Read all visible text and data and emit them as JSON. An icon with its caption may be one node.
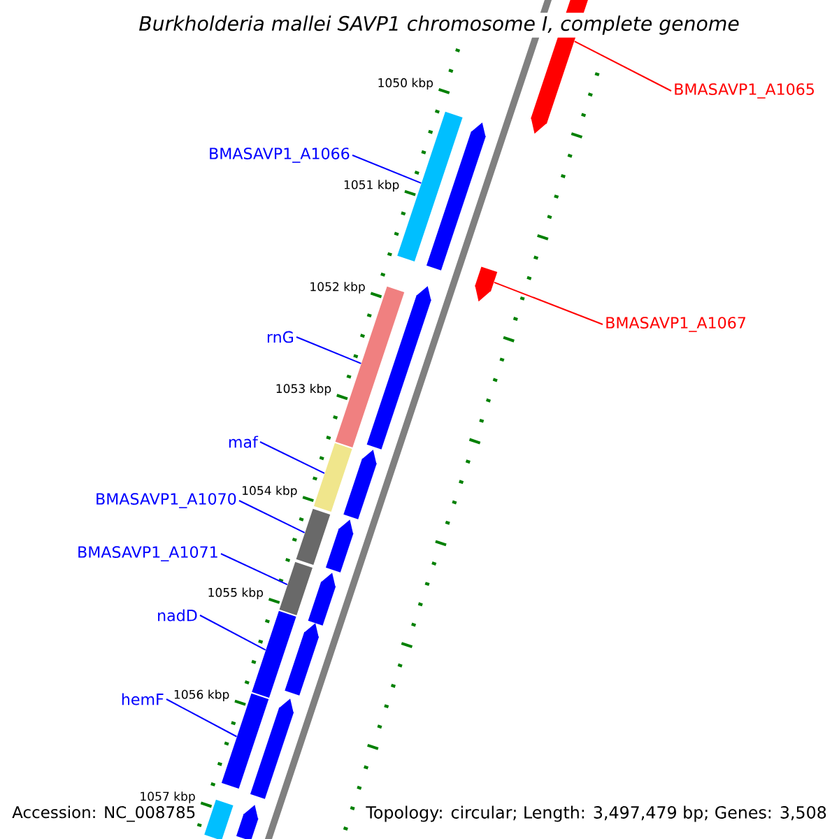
{
  "diagram": {
    "title": "Burkholderia mallei SAVP1 chromosome I, complete genome",
    "nodes": [
      {
        "text": [
          "BMASAVP1_A1065"
        ]
      },
      {
        "text": [
          "BMASAVP1_A1066"
        ]
      },
      {
        "text": [
          "BMASAVP1_A1067"
        ]
      },
      {
        "text": [
          "rnG"
        ]
      },
      {
        "text": [
          "maf"
        ]
      },
      {
        "text": [
          "BMASAVP1_A1070"
        ]
      },
      {
        "text": [
          "BMASAVP1_A1071"
        ]
      },
      {
        "text": [
          "nadD"
        ]
      },
      {
        "text": [
          "hemF"
        ]
      },
      {
        "text": [],
        "shape": "pentagon"
      },
      {
        "text": [],
        "shape": "bar"
      },
      {
        "text": [],
        "shape": "pentagon"
      },
      {
        "text": [],
        "shape": "bar"
      },
      {
        "text": [],
        "shape": "bar"
      },
      {
        "text": [],
        "shape": "bar"
      },
      {
        "text": [],
        "shape": "bar"
      },
      {
        "text": [],
        "shape": "bar"
      },
      {
        "text": [],
        "shape": "bar"
      },
      {
        "text": [],
        "shape": "pentagon"
      },
      {
        "text": [],
        "shape": "pentagon"
      },
      {
        "text": [],
        "shape": "pentagon"
      },
      {
        "text": [],
        "shape": "pentagon"
      },
      {
        "text": [],
        "shape": "pentagon"
      },
      {
        "text": [],
        "shape": "pentagon"
      },
      {
        "text": [],
        "shape": "pentagon"
      },
      {
        "text": [],
        "shape": "bar"
      },
      {
        "text": [],
        "shape": "pentagon"
      }
    ],
    "edges": [
      {
        "from": 0,
        "to": 9,
        "arrow": "none",
        "color": "#ff0000"
      },
      {
        "from": 1,
        "to": 10,
        "arrow": "none"
      },
      {
        "from": 2,
        "to": 11,
        "arrow": "none",
        "color": "#ff0000"
      },
      {
        "from": 3,
        "to": 12,
        "arrow": "none"
      },
      {
        "from": 4,
        "to": 13,
        "arrow": "none"
      },
      {
        "from": 5,
        "to": 14,
        "arrow": "none"
      },
      {
        "from": 6,
        "to": 15,
        "arrow": "none"
      },
      {
        "from": 7,
        "to": 16,
        "arrow": "none"
      },
      {
        "from": 8,
        "to": 17,
        "arrow": "none"
      }
    ],
    "labels": [
      "1050 kbp",
      "1051 kbp",
      "1052 kbp",
      "1053 kbp",
      "1054 kbp",
      "1055 kbp",
      "1056 kbp",
      "1057 kbp",
      "Accession: NC_008785",
      "Topology: circular; Length: 3,497,479 bp; Genes: 3,508"
    ]
  }
}
